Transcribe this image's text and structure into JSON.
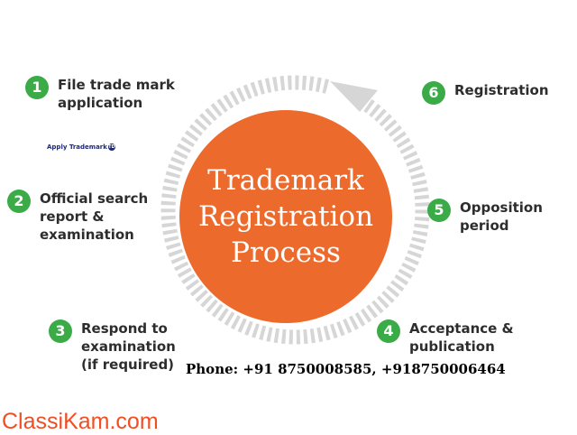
{
  "title_lines": [
    "Trademark",
    "Registration",
    "Process"
  ],
  "steps": [
    {
      "number": "1",
      "lines": [
        "File trade mark",
        "application"
      ]
    },
    {
      "number": "2",
      "lines": [
        "Official search",
        "report &",
        "examination"
      ]
    },
    {
      "number": "3",
      "lines": [
        "Respond to",
        "examination",
        "(if required)"
      ]
    },
    {
      "number": "4",
      "lines": [
        "Acceptance &",
        "publication"
      ]
    },
    {
      "number": "5",
      "lines": [
        "Opposition",
        "period"
      ]
    },
    {
      "number": "6",
      "lines": [
        "Registration"
      ]
    }
  ],
  "small_logo": {
    "text": "Apply Trademark",
    "mark": "TD"
  },
  "phone": "Phone: +91 8750008585, +918750006464",
  "watermark": "ClassiKam.com",
  "colors": {
    "center_circle": "#ec6a2c",
    "badge": "#3aab47",
    "ring": "#d6d6d6",
    "watermark": "#f04e23"
  },
  "icons": [
    "circular-arrow-icon"
  ]
}
